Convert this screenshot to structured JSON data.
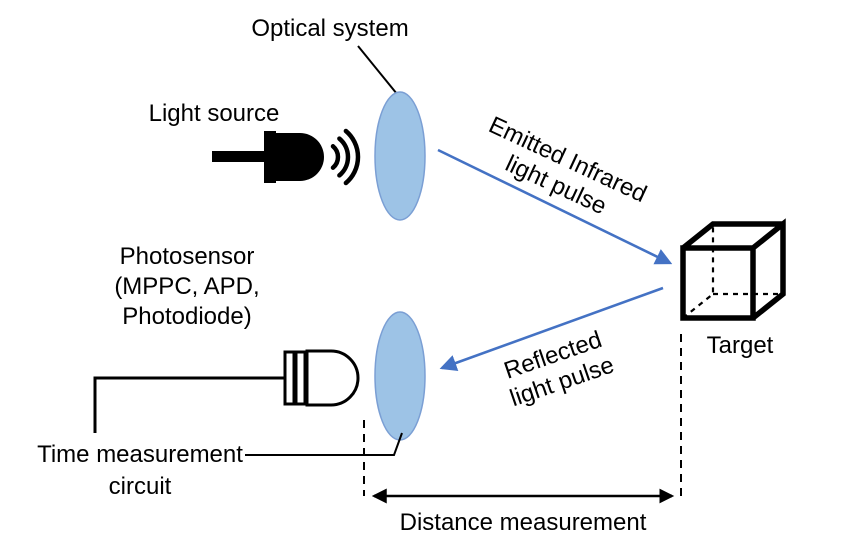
{
  "diagram": {
    "optical_system_label": "Optical system",
    "light_source_label": "Light source",
    "emitted_line1": "Emitted Infrared",
    "emitted_line2": "light pulse",
    "reflected_line1": "Reflected",
    "reflected_line2": "light pulse",
    "photosensor_line1": "Photosensor",
    "photosensor_line2": "(MPPC, APD,",
    "photosensor_line3": "Photodiode)",
    "time_circuit_line1": "Time measurement",
    "time_circuit_line2": "circuit",
    "target_label": "Target",
    "distance_label": "Distance measurement"
  },
  "icons": {
    "light_source": "led-icon",
    "emission": "light-emission-arcs-icon",
    "photosensor": "photodiode-icon",
    "target": "cube-3d-icon",
    "lens": "convex-lens-ellipse-icon"
  },
  "colors": {
    "arrow_blue": "#4472C4",
    "lens_fill": "#9DC3E6",
    "ink": "#000000"
  }
}
